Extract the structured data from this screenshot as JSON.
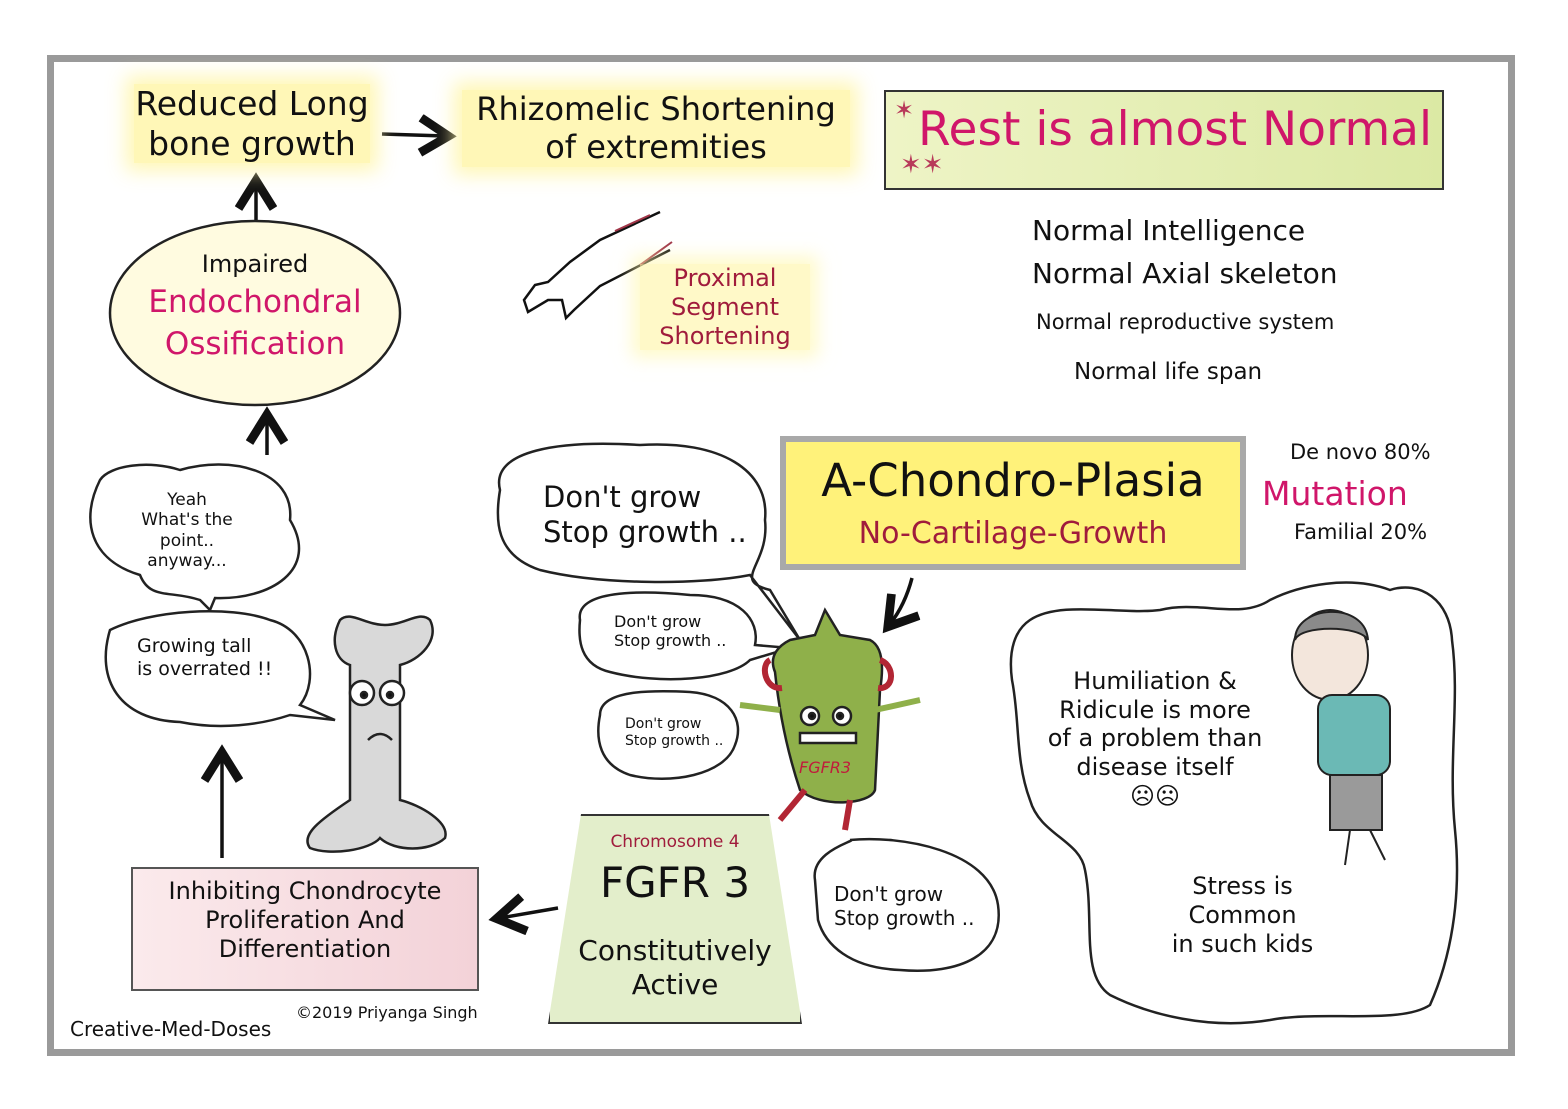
{
  "top_left": {
    "reduced_growth": "Reduced Long\nbone growth",
    "rhizomelic": "Rhizomelic Shortening\nof extremities",
    "proximal": "Proximal\nSegment\nShortening"
  },
  "oval": {
    "line1": "Impaired",
    "line2": "Endochondral",
    "line3": "Ossification"
  },
  "rest_box": {
    "title": "Rest is almost Normal",
    "items": [
      "Normal Intelligence",
      "Normal Axial skeleton",
      "Normal reproductive system",
      "Normal life span"
    ]
  },
  "main_title": {
    "title": "A-Chondro-Plasia",
    "subtitle": "No-Cartilage-Growth"
  },
  "mutation": {
    "denovo": "De novo 80%",
    "label": "Mutation",
    "familial": "Familial 20%"
  },
  "bubbles": {
    "yeah": "Yeah\nWhat's the point..\nanyway...",
    "growing_tall": "Growing tall\nis overrated !!",
    "big": "Don't grow\nStop growth ..",
    "small1": "Don't grow\nStop growth ..",
    "small2": "Don't grow\nStop growth ..",
    "bottom": "Don't grow\nStop growth ..",
    "fgfr3_label": "FGFR3"
  },
  "fgfr_box": {
    "chromosome": "Chromosome 4",
    "gene": "FGFR 3",
    "state": "Constitutively\nActive"
  },
  "inhibit_box": {
    "text": "Inhibiting Chondrocyte\nProliferation And\nDifferentiation"
  },
  "thought": {
    "humiliation": "Humiliation &\nRidicule is more\nof a problem than\ndisease itself",
    "stress": "Stress is\nCommon\nin such kids"
  },
  "credits": {
    "copyright": "©2019 Priyanga Singh",
    "brand": "Creative-Med-Doses"
  },
  "colors": {
    "pink": "#d0166a",
    "yellow_highlight": "#fff6aa",
    "title_box": "#fff27a",
    "green_box": "#e3eecb",
    "pink_box": "#f6dfe3",
    "monster_green": "#8fb04a"
  }
}
